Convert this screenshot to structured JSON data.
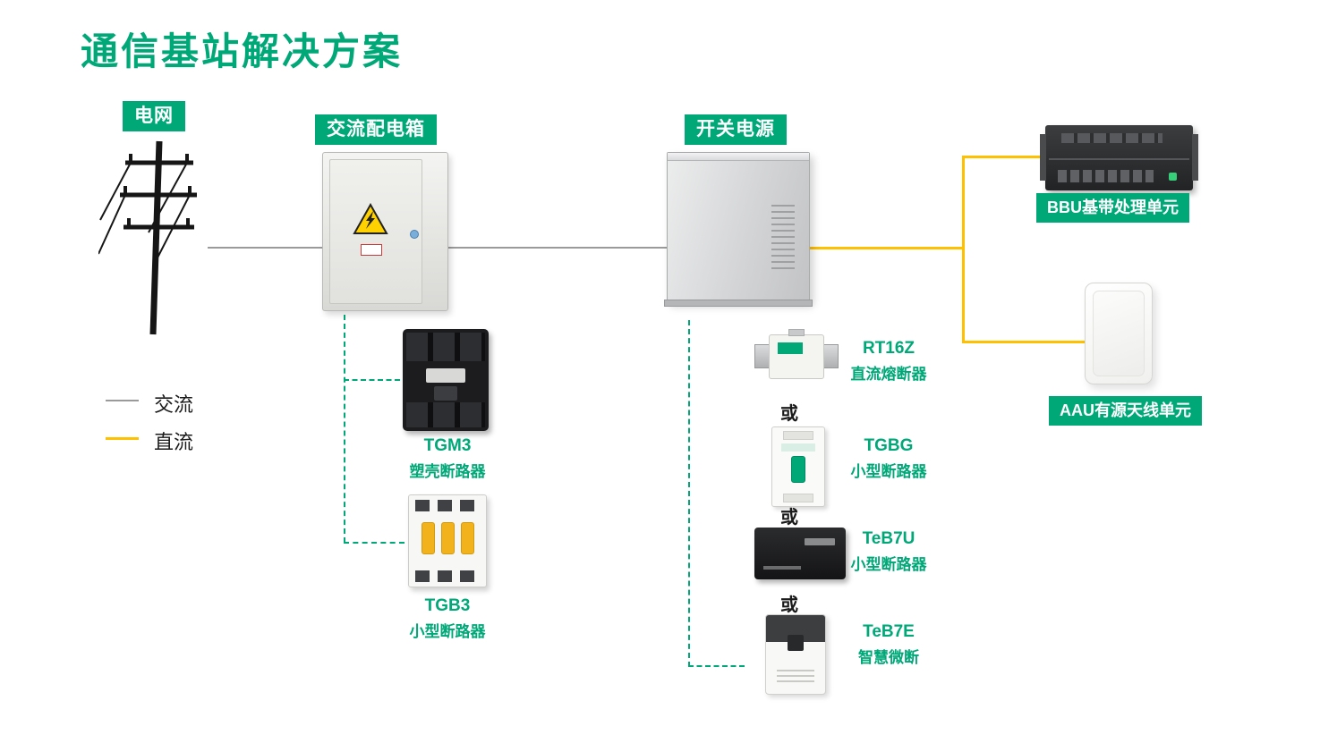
{
  "title": "通信基站解决方案",
  "colors": {
    "accent_green": "#00A878",
    "dc_yellow": "#FFC000",
    "ac_gray": "#9a9a9a"
  },
  "nodes": {
    "grid": {
      "label": "电网"
    },
    "ac_box": {
      "label": "交流配电箱"
    },
    "power_supply": {
      "label": "开关电源"
    },
    "bbu": {
      "label": "BBU基带处理单元"
    },
    "aau": {
      "label": "AAU有源天线单元"
    }
  },
  "legend": {
    "ac": "交流",
    "dc": "直流"
  },
  "or_label": "或",
  "components": {
    "tgm3": {
      "name": "TGM3",
      "desc": "塑壳断路器"
    },
    "tgb3": {
      "name": "TGB3",
      "desc": "小型断路器"
    },
    "rt16z": {
      "name": "RT16Z",
      "desc": "直流熔断器"
    },
    "tgbg": {
      "name": "TGBG",
      "desc": "小型断路器"
    },
    "teb7u": {
      "name": "TeB7U",
      "desc": "小型断路器"
    },
    "teb7e": {
      "name": "TeB7E",
      "desc": "智慧微断"
    }
  }
}
